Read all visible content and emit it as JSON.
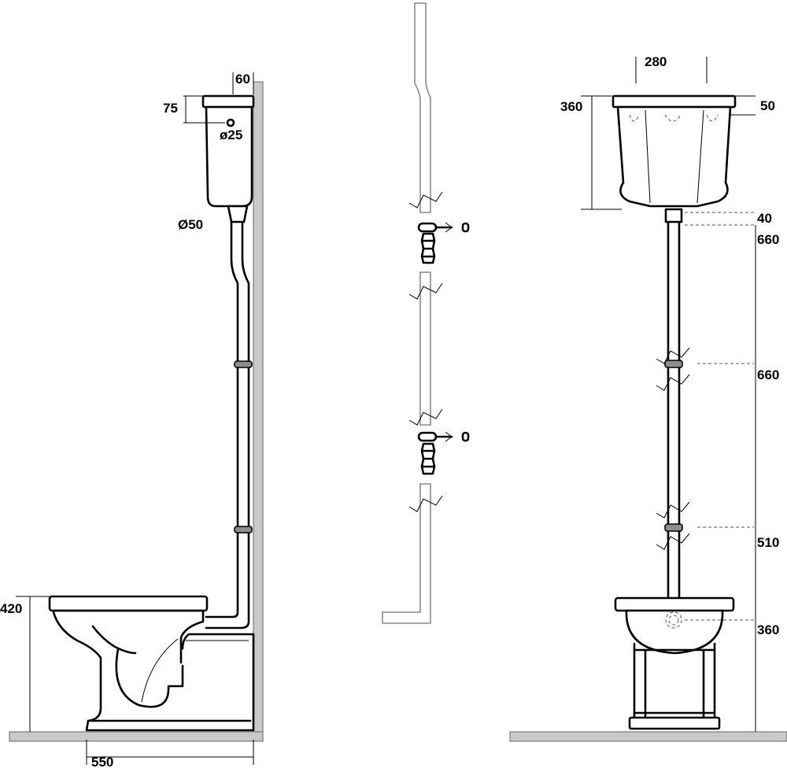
{
  "side_view": {
    "dim_flush_width": "60",
    "dim_cistern_lid": "75",
    "dim_inlet": "ø25",
    "dim_pipe_diameter": "Ø50",
    "dim_seat_height": "420",
    "dim_depth": "550"
  },
  "front_view": {
    "dim_cistern_width": "280",
    "dim_cistern_height": "360",
    "dim_lid_height": "50",
    "dim_gap": "40",
    "dim_pipe_top": "660",
    "dim_pipe_middle": "660",
    "dim_pipe_bottom": "510",
    "dim_bowl": "360"
  }
}
